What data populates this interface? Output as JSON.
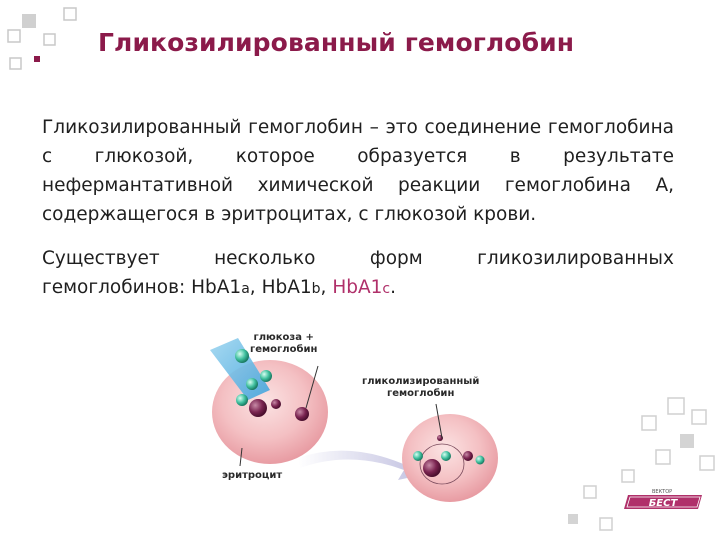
{
  "slide": {
    "title": "Гликозилированный гемоглобин",
    "paragraph1": "Гликозилированный гемоглобин – это соединение гемоглобина с глюкозой, которое образуется в результате нефермантативной химической реакции гемоглобина А, содержащегося в эритроцитах, с глюкозой крови.",
    "paragraph2_line1": "Существует несколько форм гликозилированных",
    "paragraph2_prefix": "гемоглобинов: ",
    "forms": [
      {
        "base": "HbA1",
        "sub": "a",
        "sep": ", "
      },
      {
        "base": "HbA1",
        "sub": "b",
        "sep": ", "
      },
      {
        "base": "HbA1",
        "sub": "c",
        "sep": ""
      }
    ],
    "paragraph2_end": ".",
    "highlight_color": "#b0306a",
    "title_color": "#8b1a4a"
  },
  "illustration": {
    "label_glucose_line1": "глюкоза +",
    "label_glucose_line2": "гемоглобин",
    "label_glycated_line1": "гликолизированный",
    "label_glycated_line2": "гемоглобин",
    "label_rbc": "эритроцит"
  },
  "logo": {
    "top_text": "ВЕКТОР",
    "main_text": "БЕСТ"
  }
}
